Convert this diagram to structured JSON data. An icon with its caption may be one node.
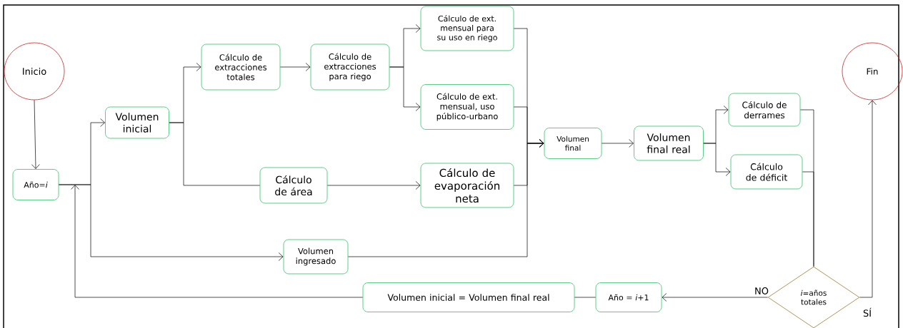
{
  "diagram": {
    "nodes": [
      {
        "text": [
          "Inicio"
        ]
      },
      {
        "text": [
          "Año=*i*"
        ]
      },
      {
        "text": [
          "Volumen inicial"
        ]
      },
      {
        "text": [
          "Cálculo de extracciones totales"
        ]
      },
      {
        "text": [
          "Cálculo de extracciones para riego"
        ]
      },
      {
        "text": [
          "Cálculo de ext. mensual para su uso en riego"
        ]
      },
      {
        "text": [
          "Cálculo de ext. mensual, uso público-urbano"
        ]
      },
      {
        "text": [
          "Cálculo de área"
        ]
      },
      {
        "text": [
          "Cálculo de evaporación neta"
        ]
      },
      {
        "text": [
          "Volumen ingresado"
        ]
      },
      {
        "text": [
          "Volumen final"
        ]
      },
      {
        "text": [
          "Volumen final real"
        ]
      },
      {
        "text": [
          "Cálculo de derrames"
        ]
      },
      {
        "text": [
          "Cálculo de déficit"
        ]
      },
      {
        "text": [
          "Fin"
        ]
      },
      {
        "text": [
          "*i*=años totales"
        ]
      },
      {
        "text": [
          "Año = *i*+1"
        ]
      },
      {
        "text": [
          "Volumen inicial = Volumen final real"
        ]
      }
    ],
    "edges": [
      {
        "from": 0,
        "to": 1,
        "arrow": "to"
      },
      {
        "from": 1,
        "to": 2,
        "arrow": "to"
      },
      {
        "from": 1,
        "to": 9,
        "arrow": "to"
      },
      {
        "from": 2,
        "to": 3,
        "arrow": "to"
      },
      {
        "from": 2,
        "to": 7,
        "arrow": "none"
      },
      {
        "from": 3,
        "to": 4,
        "arrow": "to"
      },
      {
        "from": 4,
        "to": 5,
        "arrow": "to"
      },
      {
        "from": 4,
        "to": 6,
        "arrow": "to"
      },
      {
        "from": 7,
        "to": 8,
        "arrow": "to"
      },
      {
        "from": 5,
        "to": 10,
        "arrow": "to"
      },
      {
        "from": 6,
        "to": 10,
        "arrow": "to"
      },
      {
        "from": 8,
        "to": 10,
        "arrow": "to"
      },
      {
        "from": 9,
        "to": 10,
        "arrow": "to"
      },
      {
        "from": 10,
        "to": 11,
        "arrow": "to"
      },
      {
        "from": 11,
        "to": 12,
        "arrow": "to"
      },
      {
        "from": 11,
        "to": 13,
        "arrow": "to"
      },
      {
        "from": 12,
        "to": 15,
        "arrow": "none"
      },
      {
        "from": 13,
        "to": 15,
        "arrow": "none"
      },
      {
        "from": 15,
        "to": 14,
        "arrow": "to",
        "label": "SÍ"
      },
      {
        "from": 15,
        "to": 16,
        "arrow": "to",
        "label": "NO"
      },
      {
        "from": 16,
        "to": 17,
        "arrow": "none"
      },
      {
        "from": 17,
        "to": 1,
        "arrow": "to"
      }
    ]
  }
}
